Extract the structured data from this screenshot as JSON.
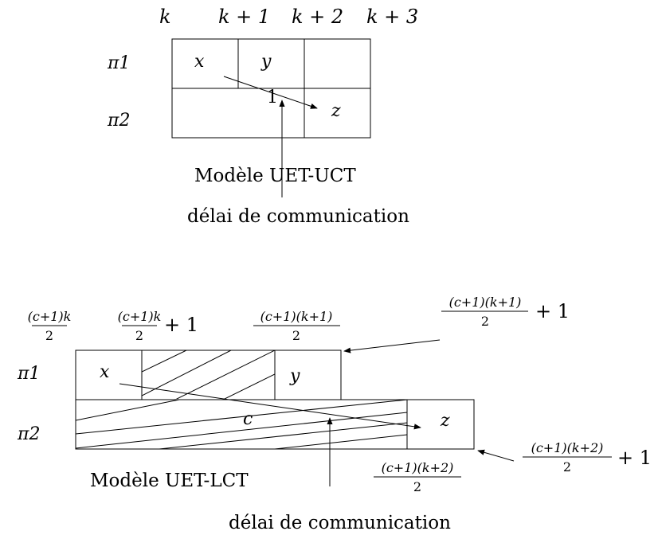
{
  "top": {
    "time_labels": [
      "k",
      "k + 1",
      "k + 2",
      "k + 3"
    ],
    "proc_labels": [
      "π1",
      "π2"
    ],
    "tasks": {
      "x": "x",
      "y": "y",
      "z": "z"
    },
    "delay_value": "1",
    "model_label": "Modèle UET-UCT",
    "delay_label": "délai de communication"
  },
  "bottom": {
    "t0": {
      "num": "(c+1)k",
      "den": "2",
      "suffix": ""
    },
    "t1": {
      "num": "(c+1)k",
      "den": "2",
      "suffix": "+ 1"
    },
    "t2": {
      "num": "(c+1)(k+1)",
      "den": "2",
      "suffix": ""
    },
    "t3": {
      "num": "(c+1)(k+1)",
      "den": "2",
      "suffix": "+ 1"
    },
    "t4": {
      "num": "(c+1)(k+2)",
      "den": "2",
      "suffix": ""
    },
    "t5": {
      "num": "(c+1)(k+2)",
      "den": "2",
      "suffix": "+ 1"
    },
    "proc_labels": [
      "π1",
      "π2"
    ],
    "tasks": {
      "x": "x",
      "y": "y",
      "z": "z"
    },
    "delay_value": "c",
    "model_label": "Modèle UET-LCT",
    "delay_label": "délai de communication"
  }
}
